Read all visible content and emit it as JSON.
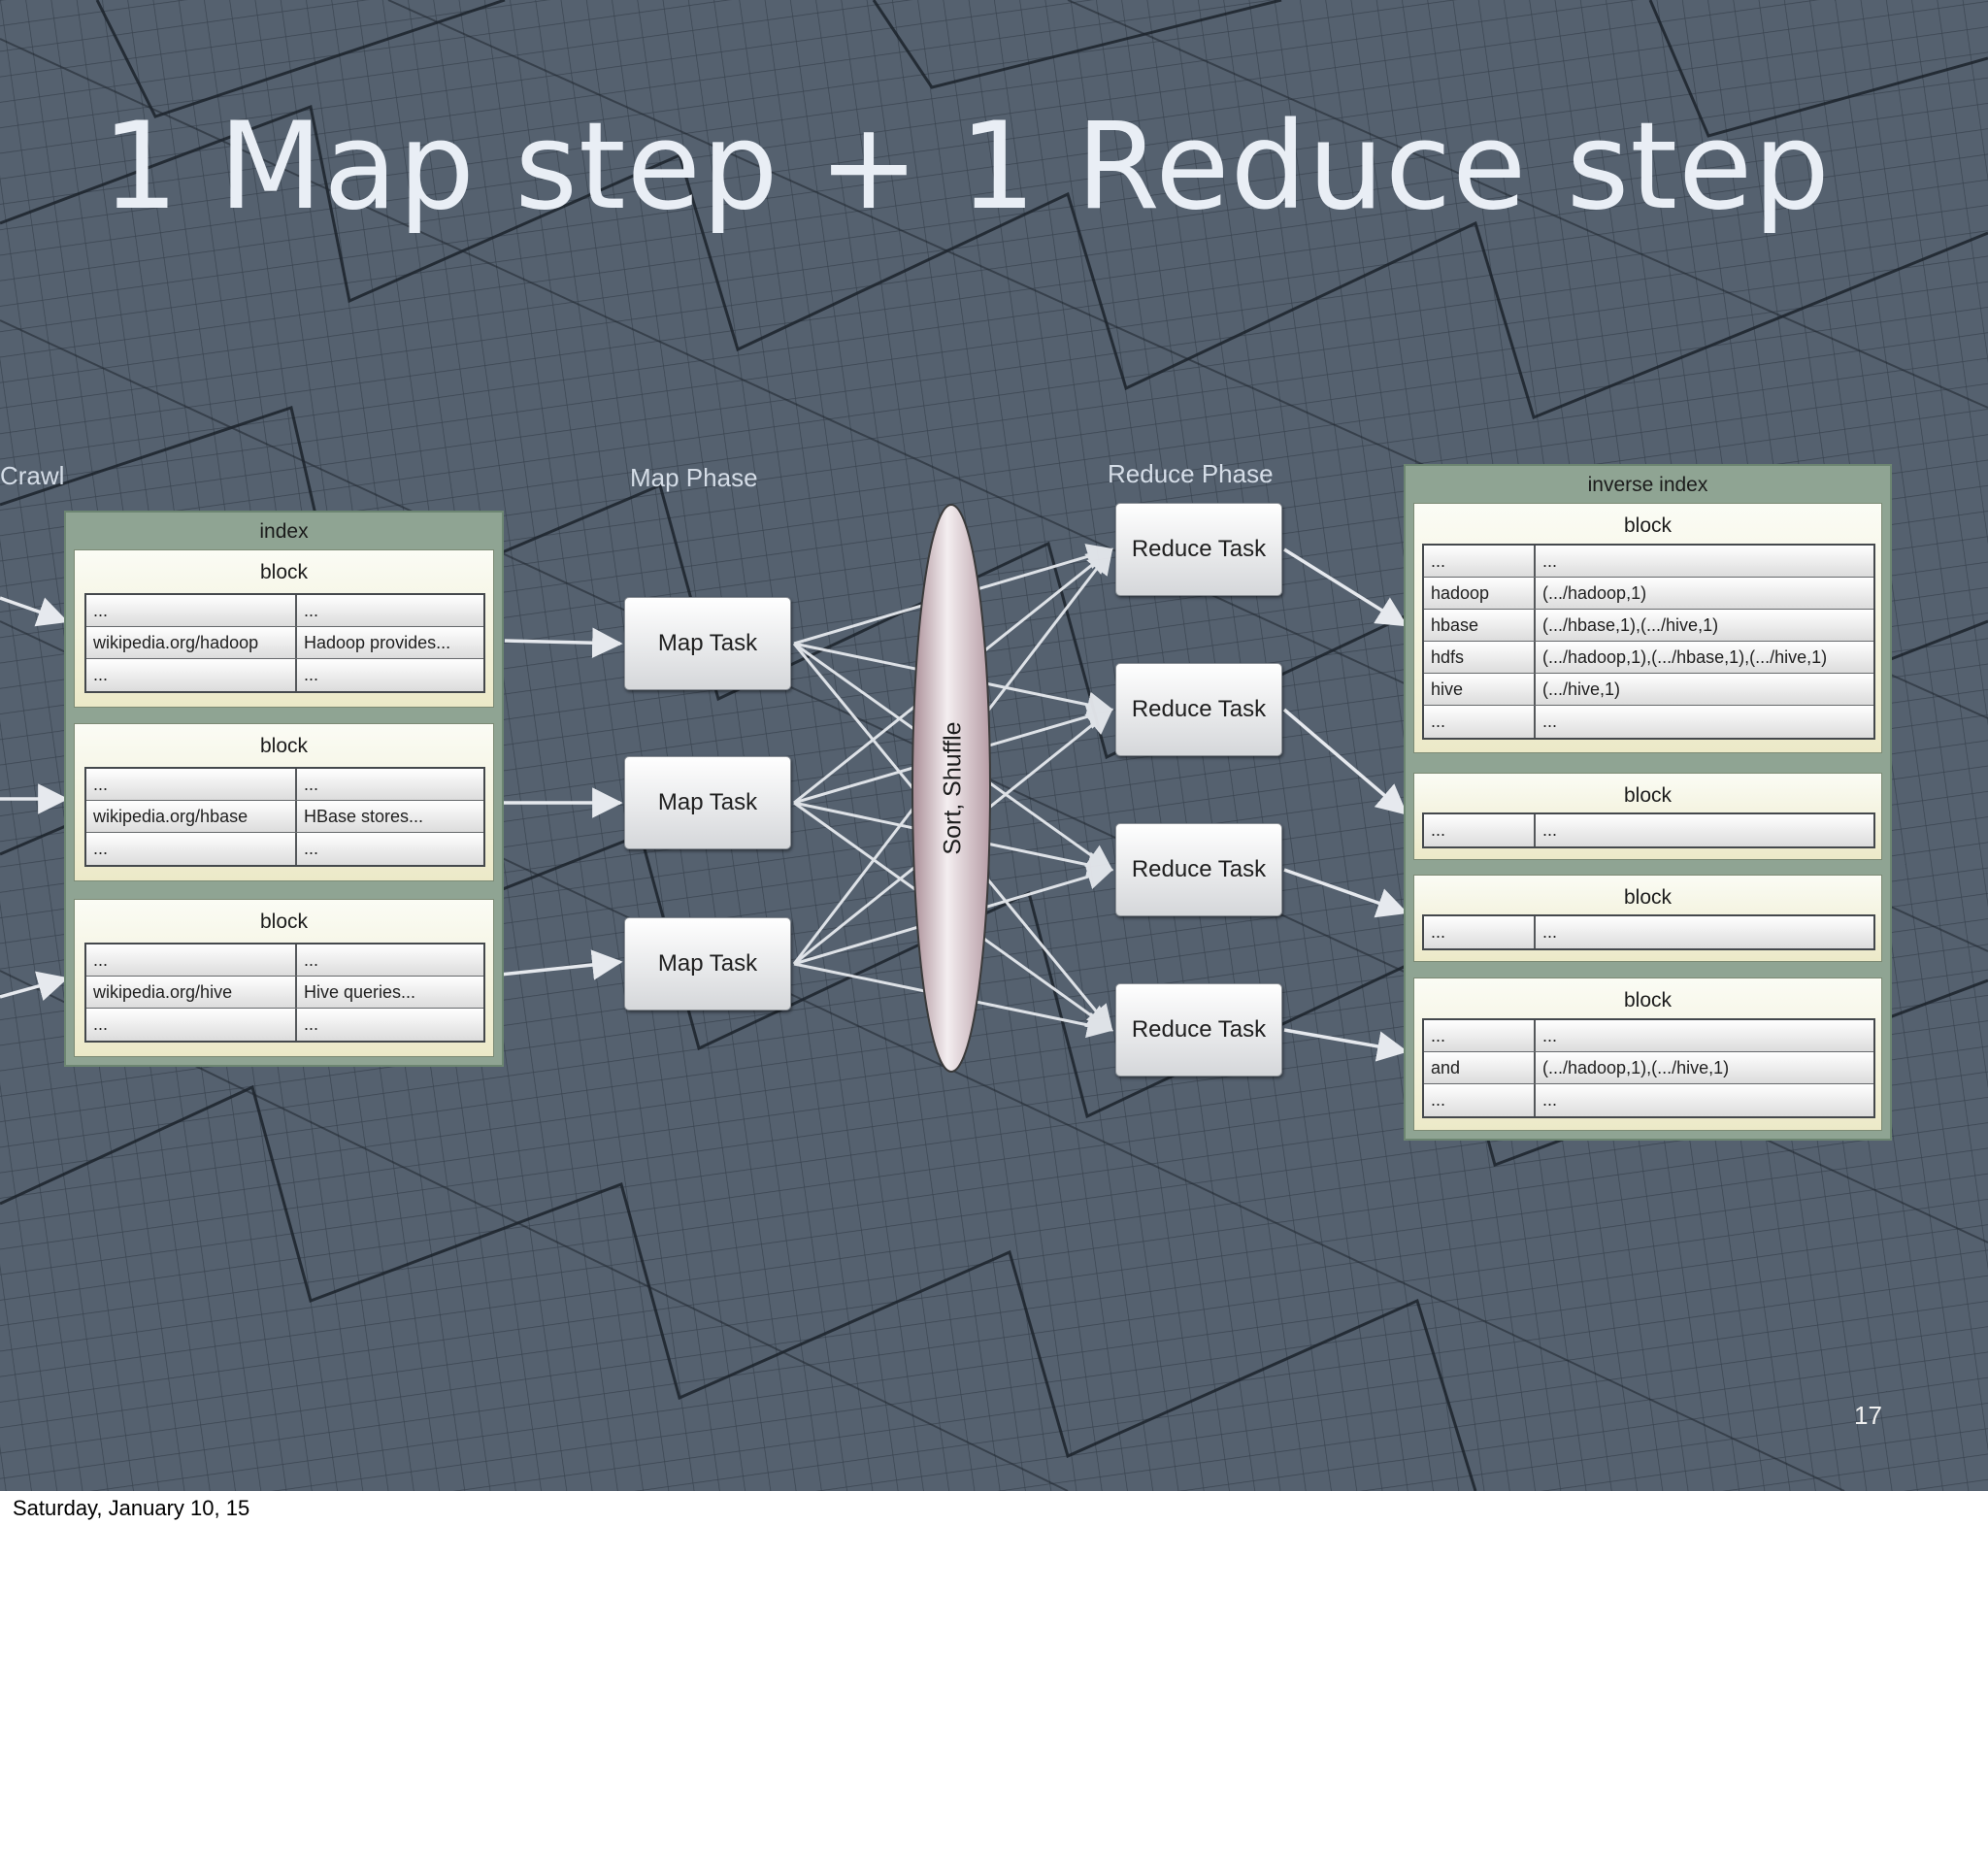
{
  "slide": {
    "title": "1 Map step + 1 Reduce step",
    "slide_number": "17",
    "footer_date": "Saturday, January 10, 15"
  },
  "diagram": {
    "phases": {
      "crawl": "Crawl",
      "map": "Map Phase",
      "reduce": "Reduce Phase"
    },
    "index": {
      "title": "index",
      "blocks": [
        {
          "title": "block",
          "rows": [
            [
              "...",
              "..."
            ],
            [
              "wikipedia.org/hadoop",
              "Hadoop provides..."
            ],
            [
              "...",
              "..."
            ]
          ]
        },
        {
          "title": "block",
          "rows": [
            [
              "...",
              "..."
            ],
            [
              "wikipedia.org/hbase",
              "HBase stores..."
            ],
            [
              "...",
              "..."
            ]
          ]
        },
        {
          "title": "block",
          "rows": [
            [
              "...",
              "..."
            ],
            [
              "wikipedia.org/hive",
              "Hive queries..."
            ],
            [
              "...",
              "..."
            ]
          ]
        }
      ]
    },
    "map_tasks": [
      "Map Task",
      "Map Task",
      "Map Task"
    ],
    "shuffle_label": "Sort, Shuffle",
    "reduce_tasks": [
      "Reduce Task",
      "Reduce Task",
      "Reduce Task",
      "Reduce Task"
    ],
    "inverse_index": {
      "title": "inverse index",
      "blocks": [
        {
          "title": "block",
          "rows": [
            [
              "...",
              "..."
            ],
            [
              "hadoop",
              "(.../hadoop,1)"
            ],
            [
              "hbase",
              "(.../hbase,1),(.../hive,1)"
            ],
            [
              "hdfs",
              "(.../hadoop,1),(.../hbase,1),(.../hive,1)"
            ],
            [
              "hive",
              "(.../hive,1)"
            ],
            [
              "...",
              "..."
            ]
          ]
        },
        {
          "title": "block",
          "rows": [
            [
              "...",
              "..."
            ]
          ]
        },
        {
          "title": "block",
          "rows": [
            [
              "...",
              "..."
            ]
          ]
        },
        {
          "title": "block",
          "rows": [
            [
              "...",
              "..."
            ],
            [
              "and",
              "(.../hadoop,1),(.../hive,1)"
            ],
            [
              "...",
              "..."
            ]
          ]
        }
      ]
    }
  }
}
